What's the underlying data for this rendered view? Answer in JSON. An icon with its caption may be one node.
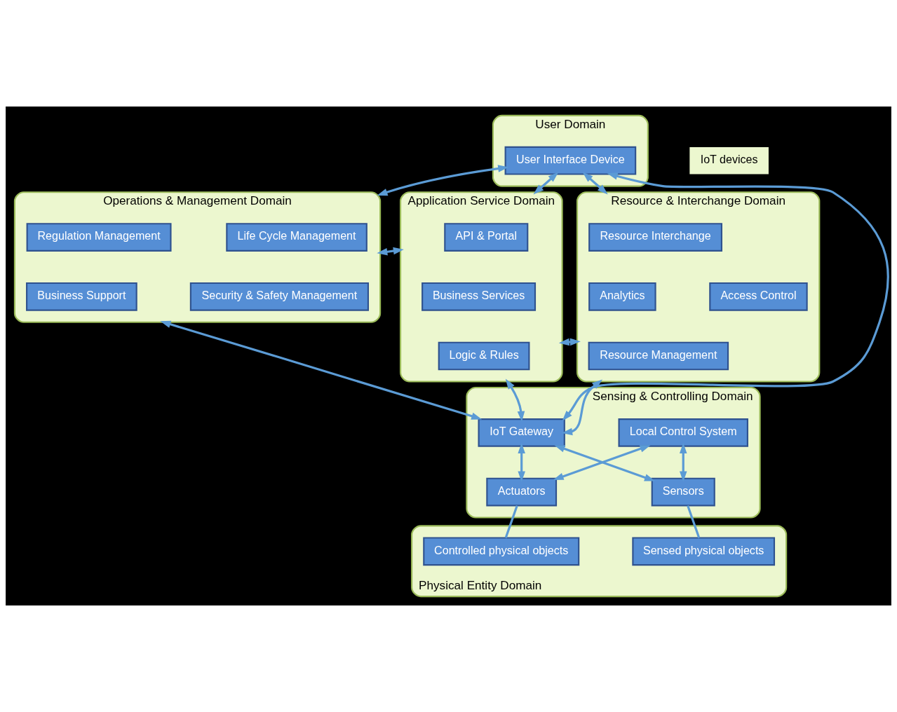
{
  "diagram": {
    "nodes": [
      {
        "text": [
          "User Domain"
        ]
      },
      {
        "text": [
          "User Interface Device"
        ],
        "in": 0
      },
      {
        "text": [
          "Operations & Management Domain"
        ]
      },
      {
        "text": [
          "Life Cycle Management"
        ],
        "in": 2
      },
      {
        "text": [
          "Regulation Management"
        ],
        "in": 2
      },
      {
        "text": [
          "Security & Safety Management"
        ],
        "in": 2
      },
      {
        "text": [
          "Business Support"
        ],
        "in": 2
      },
      {
        "text": [
          "Application Service Domain"
        ]
      },
      {
        "text": [
          "API & Portal"
        ],
        "in": 7
      },
      {
        "text": [
          "Business Services"
        ],
        "in": 7
      },
      {
        "text": [
          "Logic & Rules"
        ],
        "in": 7
      },
      {
        "text": [
          "Resource & Interchange Domain"
        ]
      },
      {
        "text": [
          "Resource Interchange"
        ],
        "in": 11
      },
      {
        "text": [
          "Analytics"
        ],
        "in": 11
      },
      {
        "text": [
          "Access Control"
        ],
        "in": 11
      },
      {
        "text": [
          "Resource Management"
        ],
        "in": 11
      },
      {
        "text": [
          "Sensing & Controlling Domain"
        ]
      },
      {
        "text": [
          "Local Control System"
        ],
        "in": 16
      },
      {
        "text": [
          "IoT Gateway"
        ],
        "in": 16
      },
      {
        "text": [
          "Sensors"
        ],
        "in": 16
      },
      {
        "text": [
          "Actuators"
        ],
        "in": 16
      },
      {
        "text": [
          "Physical Entity Domain"
        ]
      },
      {
        "text": [
          "Sensed physical objects"
        ],
        "in": 21
      },
      {
        "text": [
          "Controlled physical objects"
        ],
        "in": 21
      }
    ],
    "edges": [
      {
        "from": 1,
        "to": 2,
        "arrow": "both"
      },
      {
        "from": 1,
        "to": 7,
        "arrow": "both"
      },
      {
        "from": 1,
        "to": 11,
        "arrow": "both"
      },
      {
        "from": 2,
        "to": 7,
        "arrow": "both"
      },
      {
        "from": 7,
        "to": 11,
        "arrow": "both"
      },
      {
        "from": 1,
        "to": 18,
        "arrow": "both"
      },
      {
        "from": 2,
        "to": 18,
        "arrow": "both"
      },
      {
        "from": 7,
        "to": 18,
        "arrow": "both"
      },
      {
        "from": 11,
        "to": 18,
        "arrow": "both"
      },
      {
        "from": 17,
        "to": 19,
        "arrow": "both"
      },
      {
        "from": 17,
        "to": 20,
        "arrow": "both"
      },
      {
        "from": 18,
        "to": 19,
        "arrow": "both"
      },
      {
        "from": 18,
        "to": 20,
        "arrow": "both"
      },
      {
        "from": 19,
        "to": 22,
        "arrow": "none"
      },
      {
        "from": 20,
        "to": 23,
        "arrow": "none"
      }
    ],
    "labels": [
      "IoT devices"
    ]
  }
}
